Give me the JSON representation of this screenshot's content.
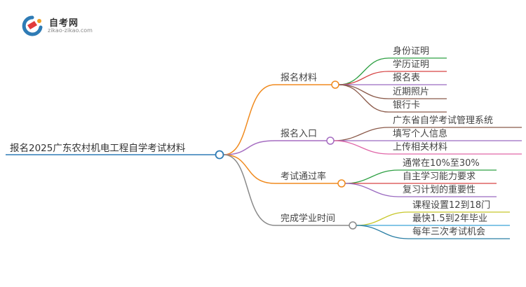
{
  "logo": {
    "title": "自考网",
    "subtitle": "zikao-zikao.com"
  },
  "colors": {
    "root_line": "#2e7bb5",
    "b0": "#f08a1e",
    "b1": "#a56cc1",
    "b2": "#f08a1e",
    "b3": "#8a8a8a",
    "leaf_green": "#2ea043",
    "leaf_red": "#d64545",
    "leaf_purple": "#9a6ac0",
    "leaf_brown": "#8b5a4a",
    "leaf_pink": "#e066a8",
    "leaf_olive": "#c7c72a",
    "leaf_blue": "#3aa3d8",
    "leaf_teal": "#2b7fa5"
  },
  "root": {
    "label": "报名2025广东农村机电工程自学考试材料"
  },
  "branches": [
    {
      "label": "报名材料",
      "leaves": [
        "身份证明",
        "学历证明",
        "报名表",
        "近期照片",
        "银行卡"
      ]
    },
    {
      "label": "报名入口",
      "leaves": [
        "广东省自学考试管理系统",
        "填写个人信息",
        "上传相关材料"
      ]
    },
    {
      "label": "考试通过率",
      "leaves": [
        "通常在10%至30%",
        "自主学习能力要求",
        "复习计划的重要性"
      ]
    },
    {
      "label": "完成学业时间",
      "leaves": [
        "课程设置12到18门",
        "最快1.5到2年毕业",
        "每年三次考试机会"
      ]
    }
  ]
}
